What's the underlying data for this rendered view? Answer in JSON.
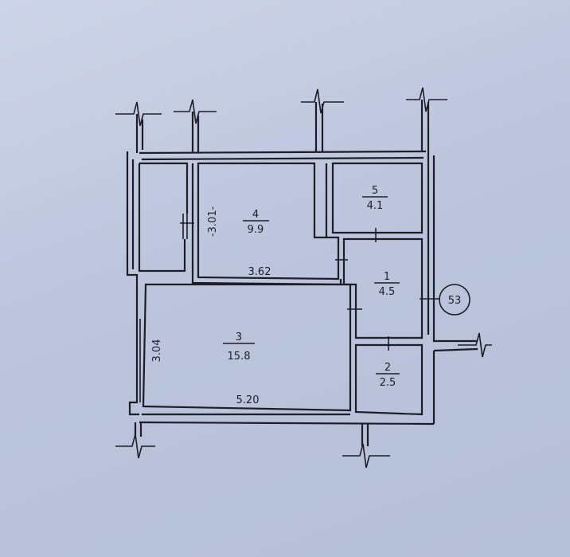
{
  "rooms": [
    {
      "id": "room-1",
      "number": "1",
      "area": "4.5"
    },
    {
      "id": "room-2",
      "number": "2",
      "area": "2.5"
    },
    {
      "id": "room-3",
      "number": "3",
      "area": "15.8"
    },
    {
      "id": "room-4",
      "number": "4",
      "area": "9.9"
    },
    {
      "id": "room-5",
      "number": "5",
      "area": "4.1"
    }
  ],
  "dimensions": {
    "room4_width": "3.62",
    "room4_height": "-3.01-",
    "room3_width": "5.20",
    "room3_height": "3.04"
  },
  "apartment_number": "53"
}
